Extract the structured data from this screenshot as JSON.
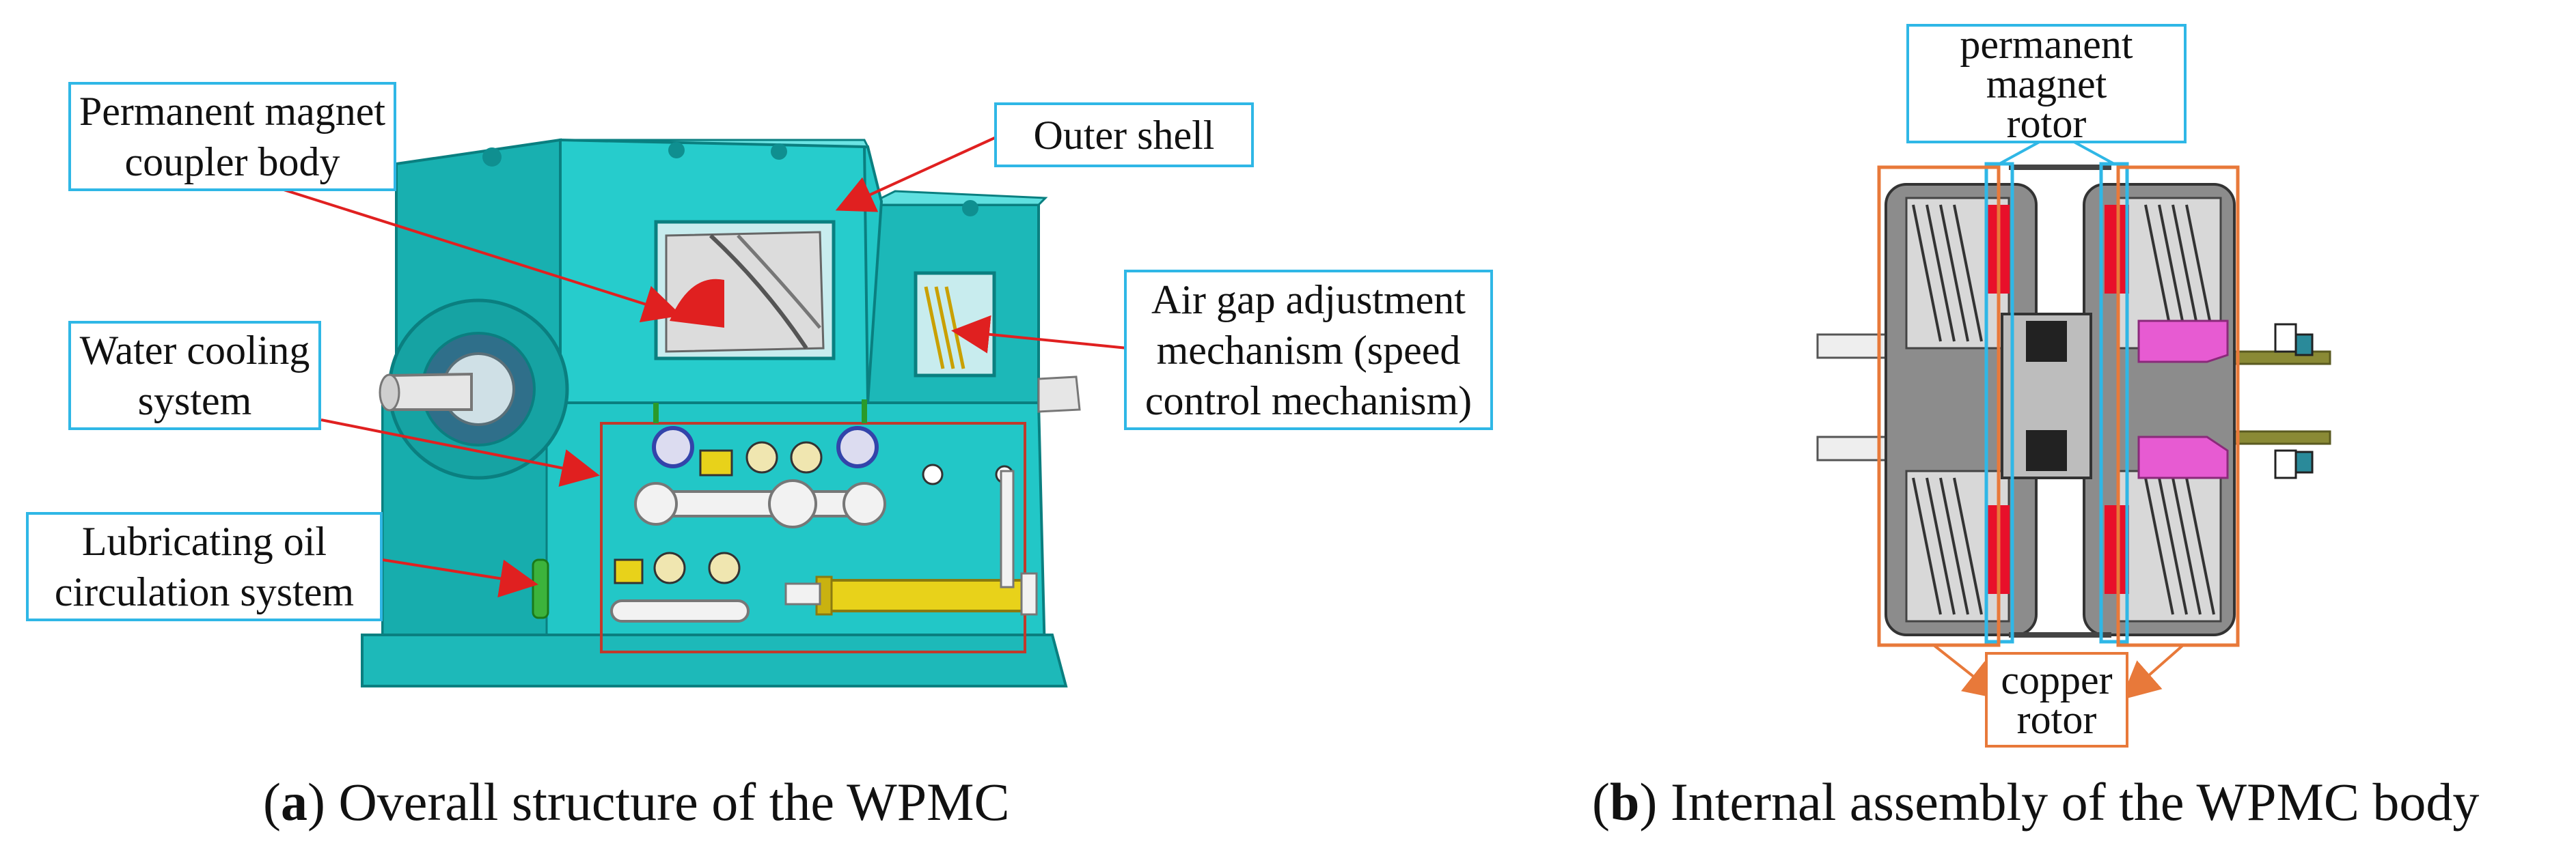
{
  "left": {
    "labels": {
      "pm_body": "Permanent magnet\ncoupler body",
      "outer_shell": "Outer shell",
      "air_gap": "Air gap adjustment\nmechanism (speed\ncontrol mechanism)",
      "water": "Water cooling\nsystem",
      "lube": "Lubricating oil\ncirculation system"
    },
    "caption": {
      "letter": "a",
      "text": "Overall structure of the WPMC"
    }
  },
  "right": {
    "labels": {
      "pm_rotor": "permanent\nmagnet\nrotor",
      "copper": "copper\nrotor"
    },
    "caption": {
      "letter": "b",
      "text": "Internal assembly of the WPMC body"
    }
  },
  "colors": {
    "machine": "#22c7c7",
    "machine_dark": "#14999b",
    "label_border_blue": "#2fb7e6",
    "label_border_orange": "#e8793a",
    "leader": "#e02020",
    "magnet": "#e8102a",
    "pink": "#e75bd2",
    "olive": "#8a8a35",
    "yellow": "#e8d21a"
  }
}
